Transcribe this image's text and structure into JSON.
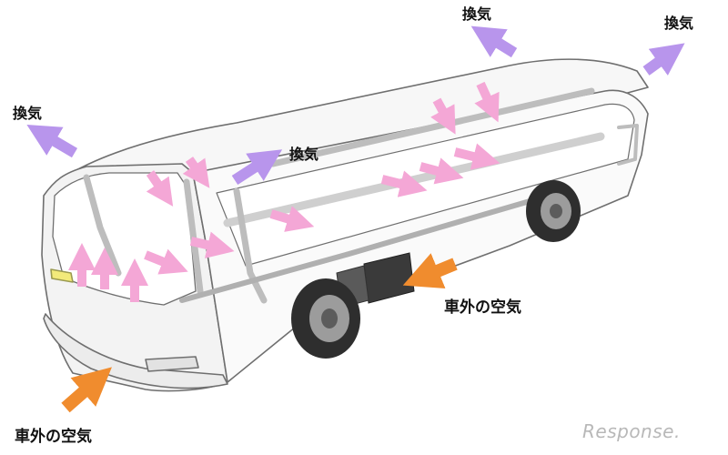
{
  "labels": {
    "exhaust_1": "換気",
    "exhaust_2": "換気",
    "exhaust_3": "換気",
    "exhaust_4": "換気",
    "intake_side": "車外の空気",
    "intake_front": "車外の空気"
  },
  "watermark": "Response.",
  "colors": {
    "exhaust_arrow": "#b895ec",
    "interior_arrow": "#f4a7d6",
    "intake_arrow": "#f08c2e",
    "bus_outline": "#6f6f6f",
    "bus_fill": "#f6f6f6",
    "structure": "#bdbdbd"
  },
  "icons": {
    "exhaust": "arrow-up-outward-icon",
    "interior_flow": "airflow-arrow-icon",
    "intake": "arrow-inward-icon"
  }
}
